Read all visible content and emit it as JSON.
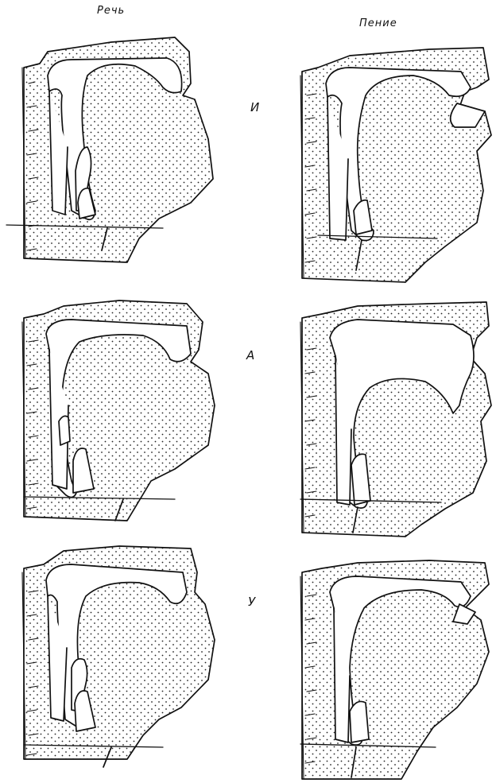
{
  "columns": {
    "speech": "Речь",
    "singing": "Пение"
  },
  "vowels": [
    {
      "label": "И"
    },
    {
      "label": "А"
    },
    {
      "label": "У"
    }
  ],
  "style": {
    "ink": "#111111",
    "paper": "#ffffff"
  }
}
